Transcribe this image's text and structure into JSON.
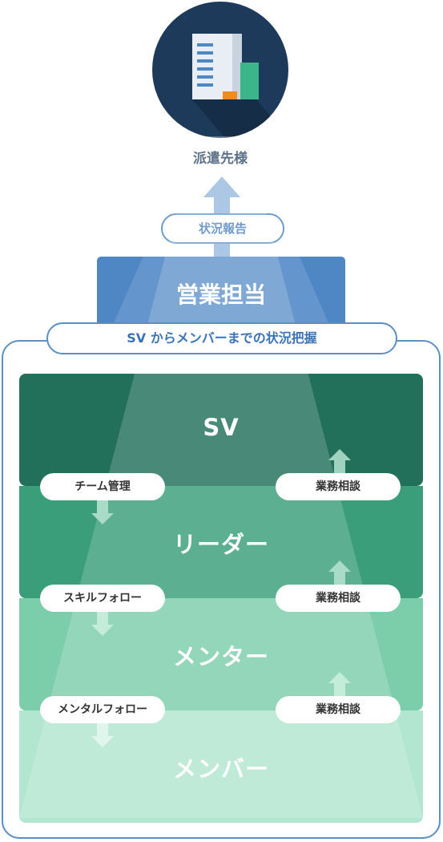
{
  "client": {
    "label": "派遣先様",
    "icon": "office-building-icon"
  },
  "report": {
    "label": "状況報告"
  },
  "sales": {
    "label": "営業担当"
  },
  "sv_overview": {
    "label": "SV からメンバーまでの状況把握"
  },
  "layers": {
    "sv": {
      "label": "SV",
      "color": "#22705a"
    },
    "leader": {
      "label": "リーダー",
      "color": "#3a9e7a"
    },
    "mentor": {
      "label": "メンター",
      "color": "#7ccdaa"
    },
    "member": {
      "label": "メンバー",
      "color": "#b2e6d0"
    }
  },
  "down_tags": {
    "team_management": "チーム管理",
    "skill_follow": "スキルフォロー",
    "mental_follow": "メンタルフォロー"
  },
  "up_tags": {
    "consult_1": "業務相談",
    "consult_2": "業務相談",
    "consult_3": "業務相談"
  },
  "colors": {
    "navy": "#1e3a5a",
    "blue": "#4f87c5",
    "outline": "#5a8fc6"
  }
}
